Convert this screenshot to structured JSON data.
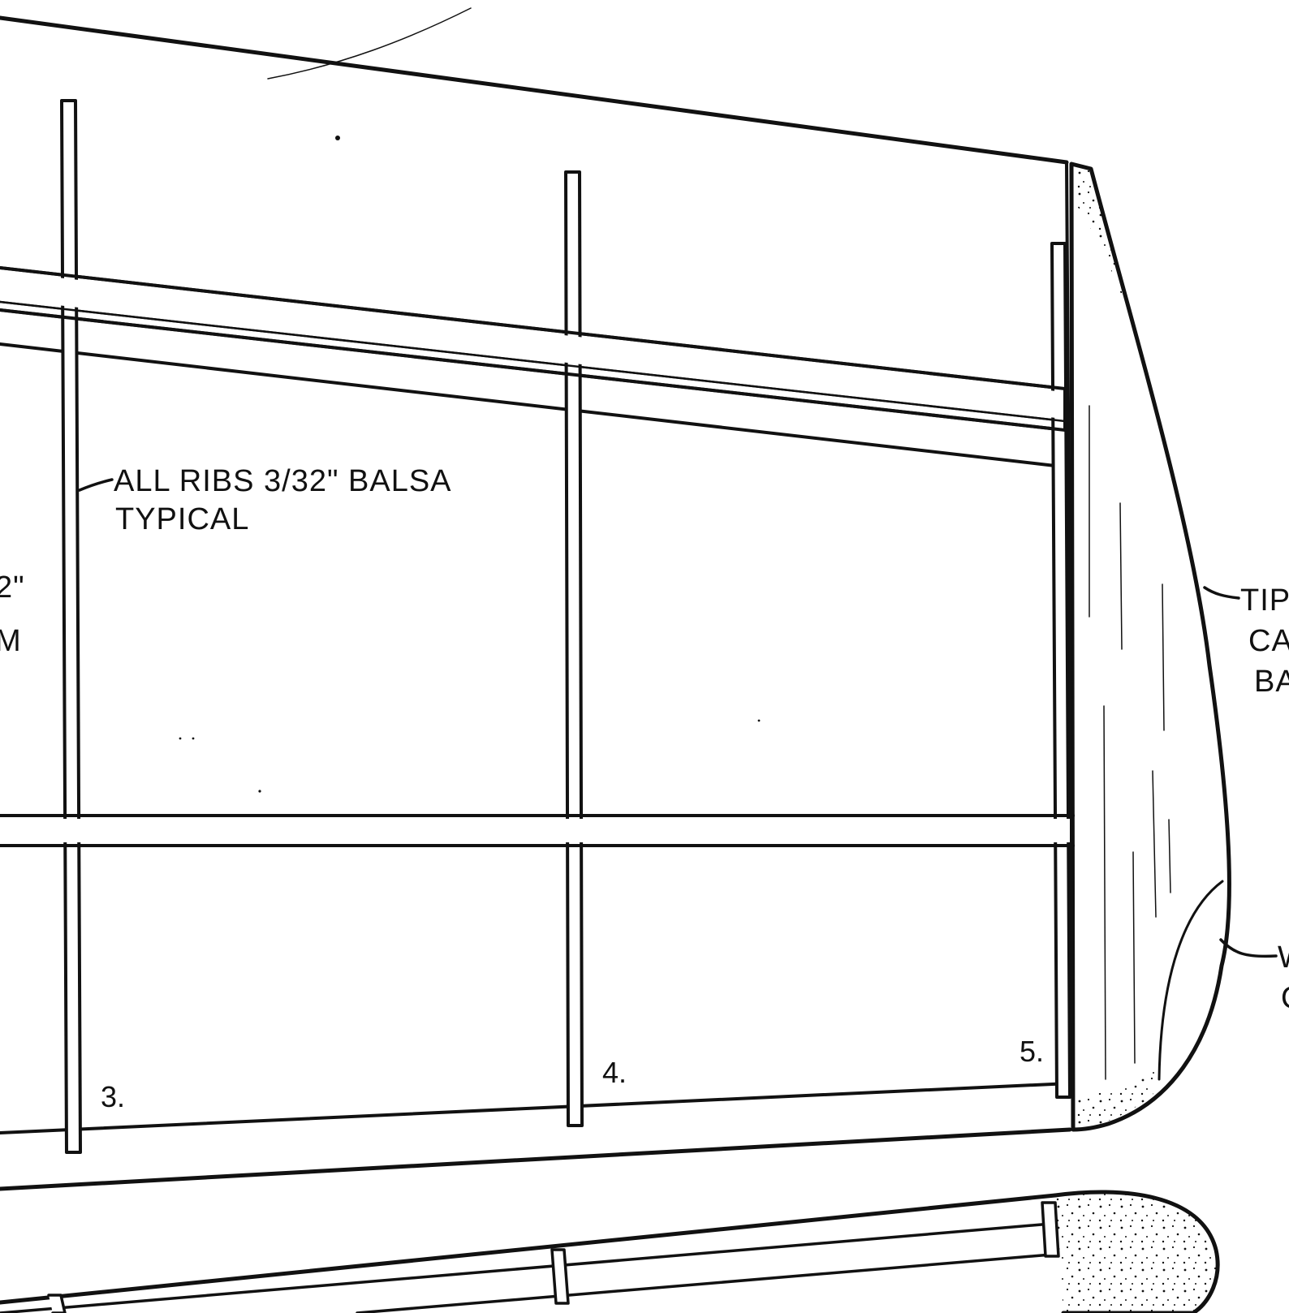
{
  "annotations": {
    "ribs_note_line1": "ALL  RIBS 3/32\" BALSA",
    "ribs_note_line2": "TYPICAL",
    "left_fragment_line1": "2\"",
    "left_fragment_line2": "M",
    "tip_fragment_line1": "TIP",
    "tip_fragment_line2": "CA",
    "tip_fragment_line3": "BA",
    "wash_fragment_line1": "W",
    "wash_fragment_line2": "C"
  },
  "rib_numbers": [
    "3.",
    "4.",
    "5."
  ],
  "colors": {
    "ink": "#111111",
    "paper": "#ffffff"
  }
}
